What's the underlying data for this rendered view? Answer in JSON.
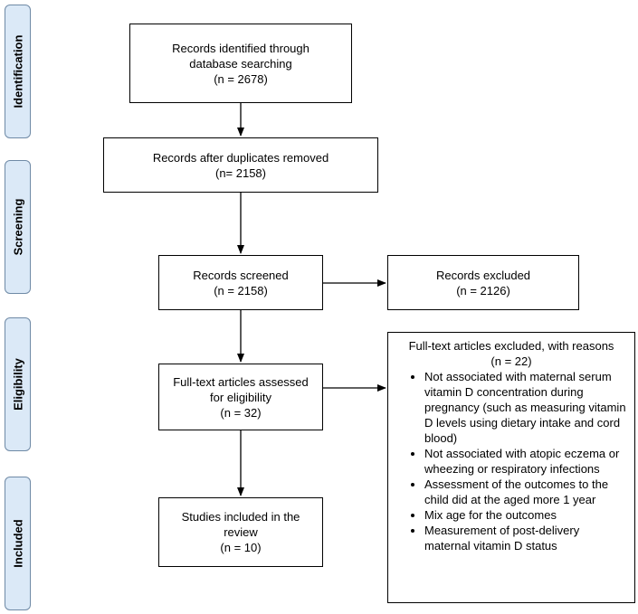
{
  "phases": {
    "identification": "Identification",
    "screening": "Screening",
    "eligibility": "Eligibility",
    "included": "Included"
  },
  "identified": {
    "line1": "Records identified through",
    "line2": "database searching",
    "count": "(n = 2678)"
  },
  "duplicates_removed": {
    "line1": "Records after duplicates removed",
    "count": "(n= 2158)"
  },
  "screened": {
    "line1": "Records screened",
    "count": "(n = 2158)"
  },
  "excluded": {
    "line1": "Records excluded",
    "count": "(n = 2126)"
  },
  "assessed": {
    "line1": "Full-text articles assessed",
    "line2": "for eligibility",
    "count": "(n = 32)"
  },
  "included_studies": {
    "line1": "Studies included in the",
    "line2": "review",
    "count": "(n =  10)"
  },
  "fulltext_excluded": {
    "title": "Full-text articles excluded, with reasons",
    "count": "(n = 22)",
    "reasons": [
      "Not associated with maternal serum vitamin D concentration during pregnancy (such as measuring vitamin D levels using dietary intake and cord blood)",
      "Not associated with atopic eczema or wheezing or respiratory infections",
      "Assessment of the outcomes to the child did at the aged more 1 year",
      "Mix age for the outcomes",
      "Measurement of post-delivery maternal vitamin D status"
    ]
  },
  "colors": {
    "phase_fill": "#dbe9f7",
    "phase_border": "#6f8aa6",
    "line": "#000000"
  }
}
